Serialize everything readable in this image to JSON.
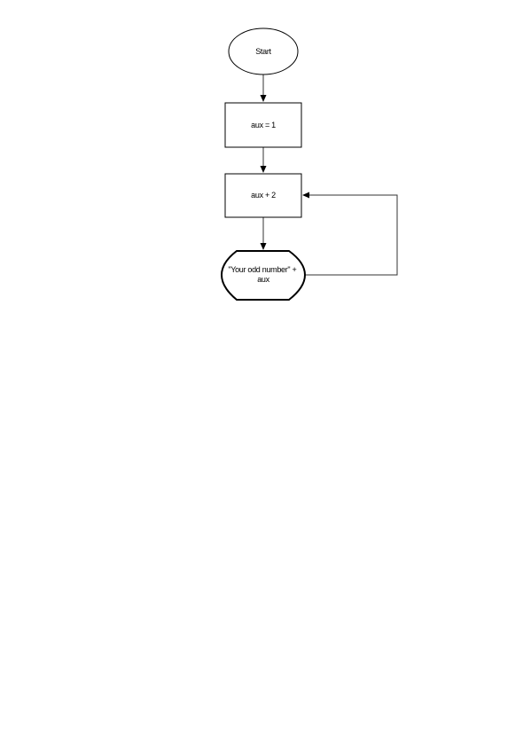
{
  "flowchart": {
    "nodes": [
      {
        "id": "start",
        "shape": "terminator",
        "lines": [
          "Start"
        ]
      },
      {
        "id": "assign",
        "shape": "process",
        "lines": [
          "aux = 1"
        ]
      },
      {
        "id": "increment",
        "shape": "process",
        "lines": [
          "aux + 2"
        ]
      },
      {
        "id": "output",
        "shape": "display",
        "lines": [
          "\"Your odd number\" +",
          "aux"
        ]
      }
    ],
    "edges": [
      {
        "from": "start",
        "to": "assign"
      },
      {
        "from": "assign",
        "to": "increment"
      },
      {
        "from": "increment",
        "to": "output"
      },
      {
        "from": "output",
        "to": "increment",
        "kind": "loop-back"
      }
    ]
  },
  "colors": {
    "stroke": "#000000",
    "fill": "#ffffff",
    "line": "#333333"
  }
}
